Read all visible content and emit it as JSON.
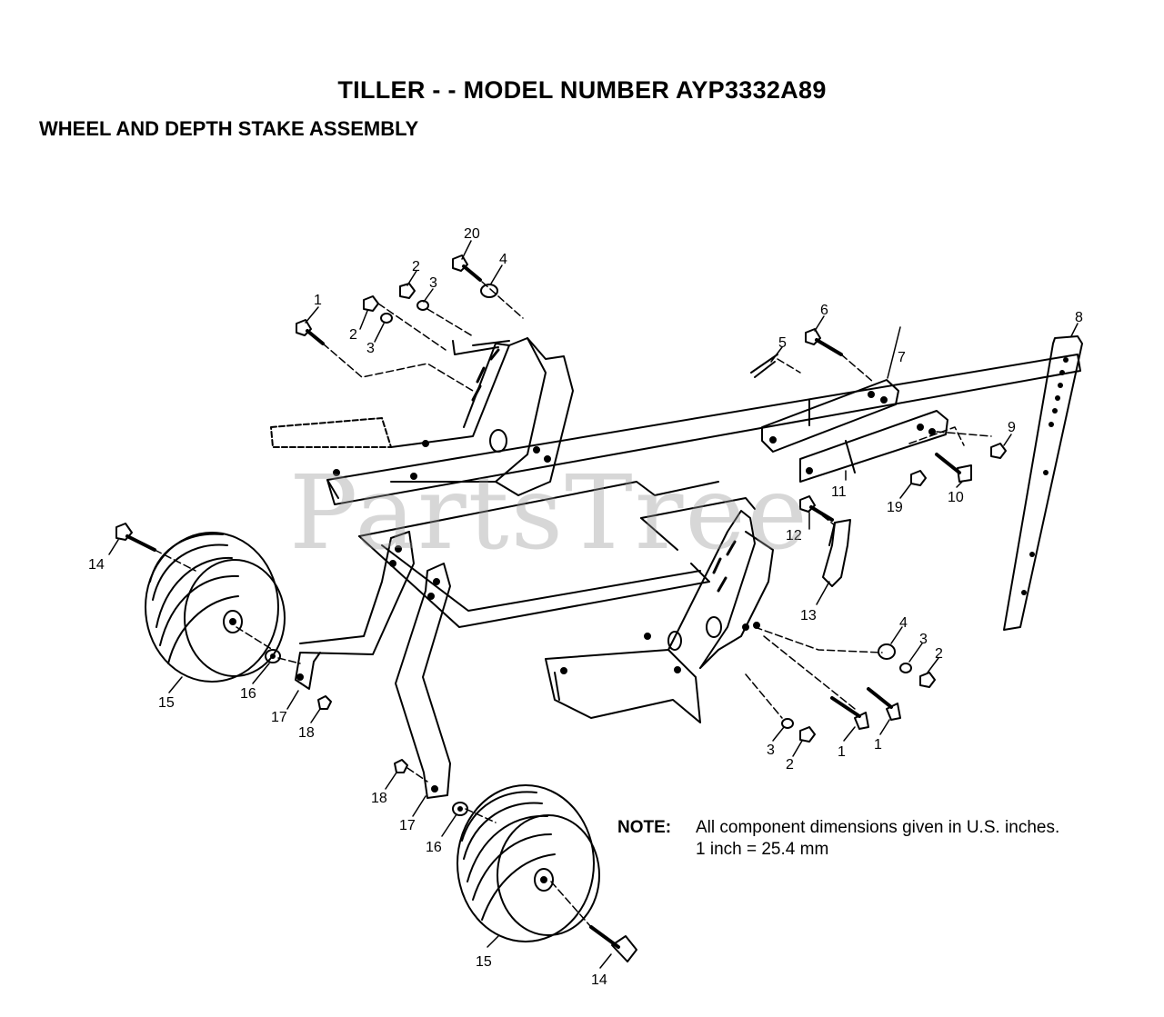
{
  "title": "TILLER - - MODEL NUMBER AYP3332A89",
  "subtitle": "WHEEL AND DEPTH STAKE ASSEMBLY",
  "note": {
    "label": "NOTE:",
    "line1": "All component dimensions given in U.S. inches.",
    "line2": "1 inch = 25.4 mm"
  },
  "watermark": "PartsTree",
  "callouts": [
    "20",
    "4",
    "2",
    "3",
    "1",
    "2",
    "3",
    "6",
    "5",
    "7",
    "8",
    "9",
    "10",
    "19",
    "11",
    "12",
    "13",
    "14",
    "15",
    "16",
    "17",
    "18",
    "4",
    "3",
    "2",
    "1",
    "1",
    "3",
    "2",
    "18",
    "17",
    "16",
    "15",
    "14"
  ]
}
